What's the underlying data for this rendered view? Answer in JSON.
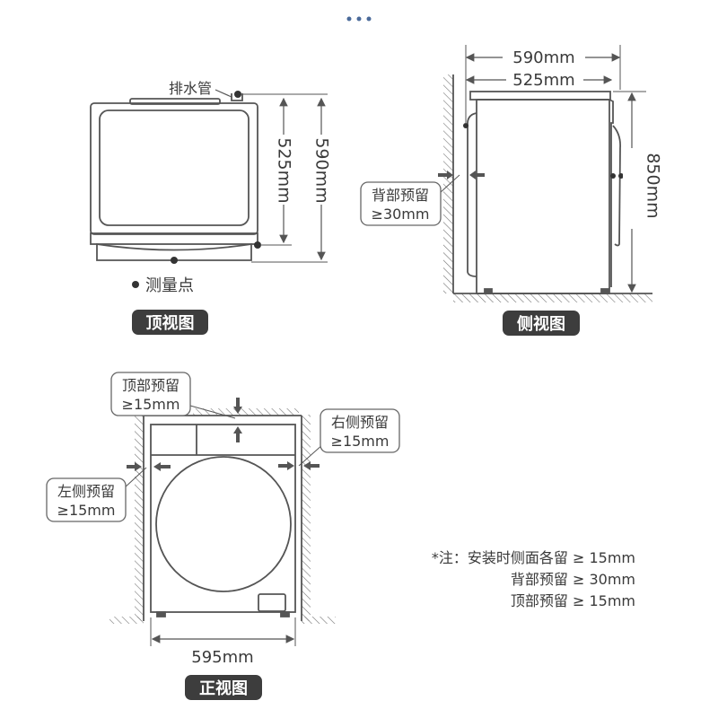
{
  "header": {
    "menu_dots_icon": "more-dots"
  },
  "top_view": {
    "badge": "顶视图",
    "drain_label": "排水管",
    "dim_inner": "525mm",
    "dim_outer": "590mm",
    "legend_label": "测量点"
  },
  "side_view": {
    "badge": "侧视图",
    "dim_outer": "590mm",
    "dim_inner": "525mm",
    "dim_height": "850mm",
    "back_clearance_line1": "背部预留",
    "back_clearance_line2": "≥30mm"
  },
  "front_view": {
    "badge": "正视图",
    "dim_width": "595mm",
    "top_clearance_line1": "顶部预留",
    "top_clearance_line2": "≥15mm",
    "right_clearance_line1": "右侧预留",
    "right_clearance_line2": "≥15mm",
    "left_clearance_line1": "左侧预留",
    "left_clearance_line2": "≥15mm"
  },
  "notes": {
    "line1": "*注：安装时侧面各留 ≥ 15mm",
    "line2": "背部预留 ≥ 30mm",
    "line3": "顶部预留 ≥ 15mm"
  },
  "colors": {
    "stroke": "#555555",
    "badge_bg": "#3d3d3d",
    "text": "#3a3a3a"
  }
}
